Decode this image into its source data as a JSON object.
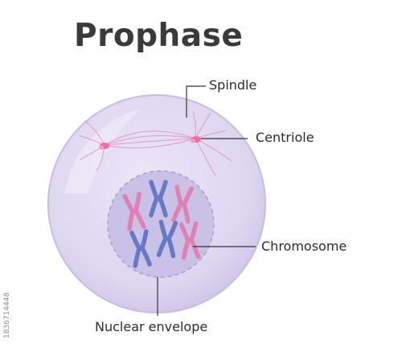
{
  "title": "Prophase",
  "labels": {
    "spindle": "Spindle",
    "centriole": "Centriole",
    "chromosome": "Chromosome",
    "nuclear_envelope": "Nuclear envelope"
  },
  "watermark_code": "1836714448",
  "colors": {
    "cell_fill": "#e2dcf2",
    "cell_rim": "#cfc7ea",
    "nucleus_fill": "#c9c1e6",
    "nucleus_border": "#a99fcc",
    "chromosome_pink": "#e27fb4",
    "chromosome_blue": "#6878c8",
    "spindle": "#e48cc0",
    "centriole": "#ec6fa8",
    "leader_line": "#333333"
  }
}
